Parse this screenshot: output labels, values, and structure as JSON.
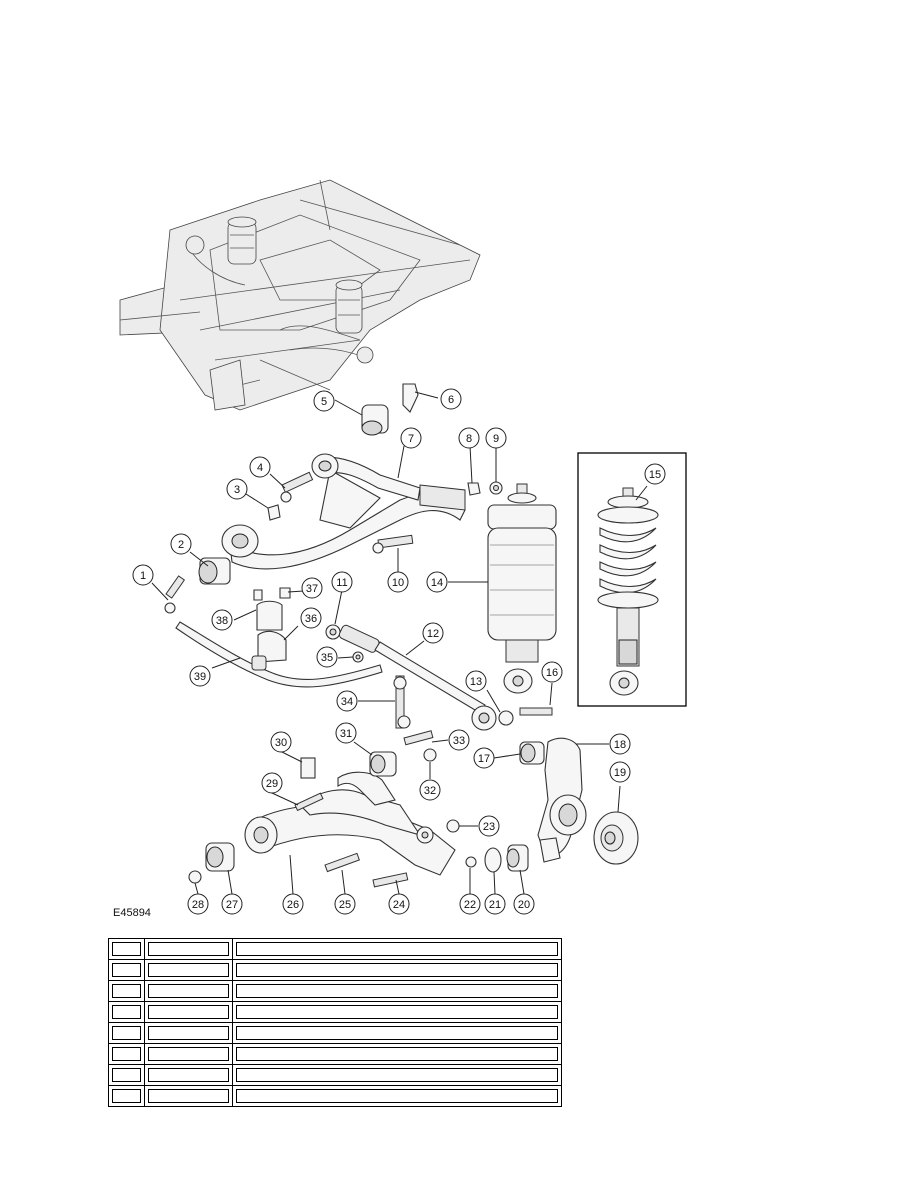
{
  "figure": {
    "code": "E45894",
    "callouts": [
      "1",
      "2",
      "3",
      "4",
      "5",
      "6",
      "7",
      "8",
      "9",
      "10",
      "11",
      "12",
      "13",
      "14",
      "15",
      "16",
      "17",
      "18",
      "19",
      "20",
      "21",
      "22",
      "23",
      "24",
      "25",
      "26",
      "27",
      "28",
      "29",
      "30",
      "31",
      "32",
      "33",
      "34",
      "35",
      "36",
      "37",
      "38",
      "39"
    ]
  },
  "table": {
    "rows": [
      [
        "",
        "",
        ""
      ],
      [
        "",
        "",
        ""
      ],
      [
        "",
        "",
        ""
      ],
      [
        "",
        "",
        ""
      ],
      [
        "",
        "",
        ""
      ],
      [
        "",
        "",
        ""
      ],
      [
        "",
        "",
        ""
      ],
      [
        "",
        "",
        ""
      ]
    ]
  }
}
